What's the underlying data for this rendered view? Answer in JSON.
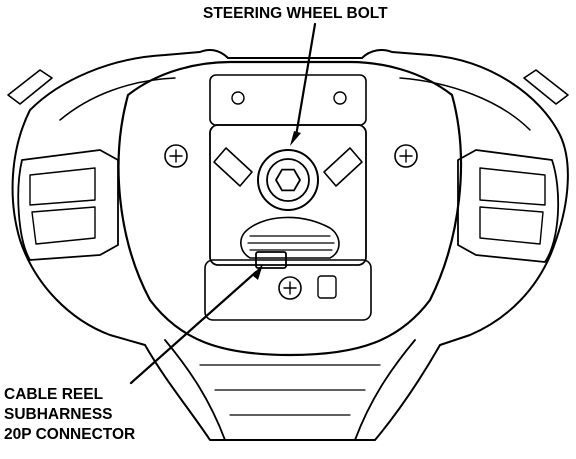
{
  "labels": {
    "bolt": "STEERING WHEEL BOLT",
    "connector_line1": "CABLE REEL",
    "connector_line2": "SUBHARNESS",
    "connector_line3": "20P CONNECTOR"
  },
  "colors": {
    "ink": "#000000",
    "paper": "#ffffff"
  }
}
